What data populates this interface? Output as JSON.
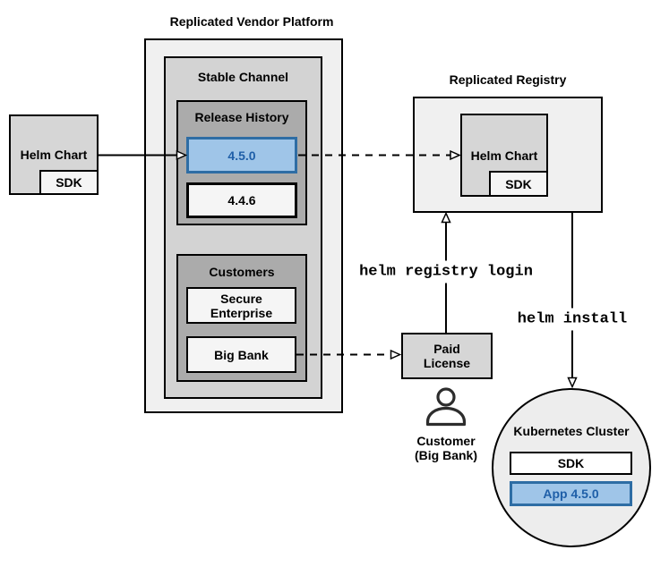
{
  "diagram": {
    "platform": {
      "title": "Replicated Vendor Platform",
      "stable_channel": {
        "label": "Stable Channel",
        "release_history": {
          "label": "Release History",
          "releases": [
            {
              "version": "4.5.0",
              "highlighted": true
            },
            {
              "version": "4.4.6",
              "highlighted": false
            }
          ]
        },
        "customers": {
          "label": "Customers",
          "items": [
            {
              "name": "Secure Enterprise"
            },
            {
              "name": "Big Bank"
            }
          ]
        }
      }
    },
    "vendor_helm_chart": {
      "label": "Helm Chart",
      "sdk_label": "SDK"
    },
    "registry": {
      "title": "Replicated Registry",
      "helm_chart": {
        "label": "Helm Chart",
        "sdk_label": "SDK"
      }
    },
    "paid_license": {
      "label": "Paid License"
    },
    "customer": {
      "label": "Customer (Big Bank)",
      "icon": "person-icon"
    },
    "kubernetes": {
      "label": "Kubernetes Cluster",
      "sdk_label": "SDK",
      "app_label": "App 4.5.0"
    },
    "commands": {
      "registry_login": "helm registry login",
      "install": "helm install"
    },
    "colors": {
      "highlight_fill": "#9fc5e8",
      "highlight_stroke": "#2e6da4",
      "highlight_text": "#1f5fa8",
      "container_light": "#f0f0f0",
      "container_mid": "#d3d3d3",
      "container_dark": "#ababab"
    }
  }
}
